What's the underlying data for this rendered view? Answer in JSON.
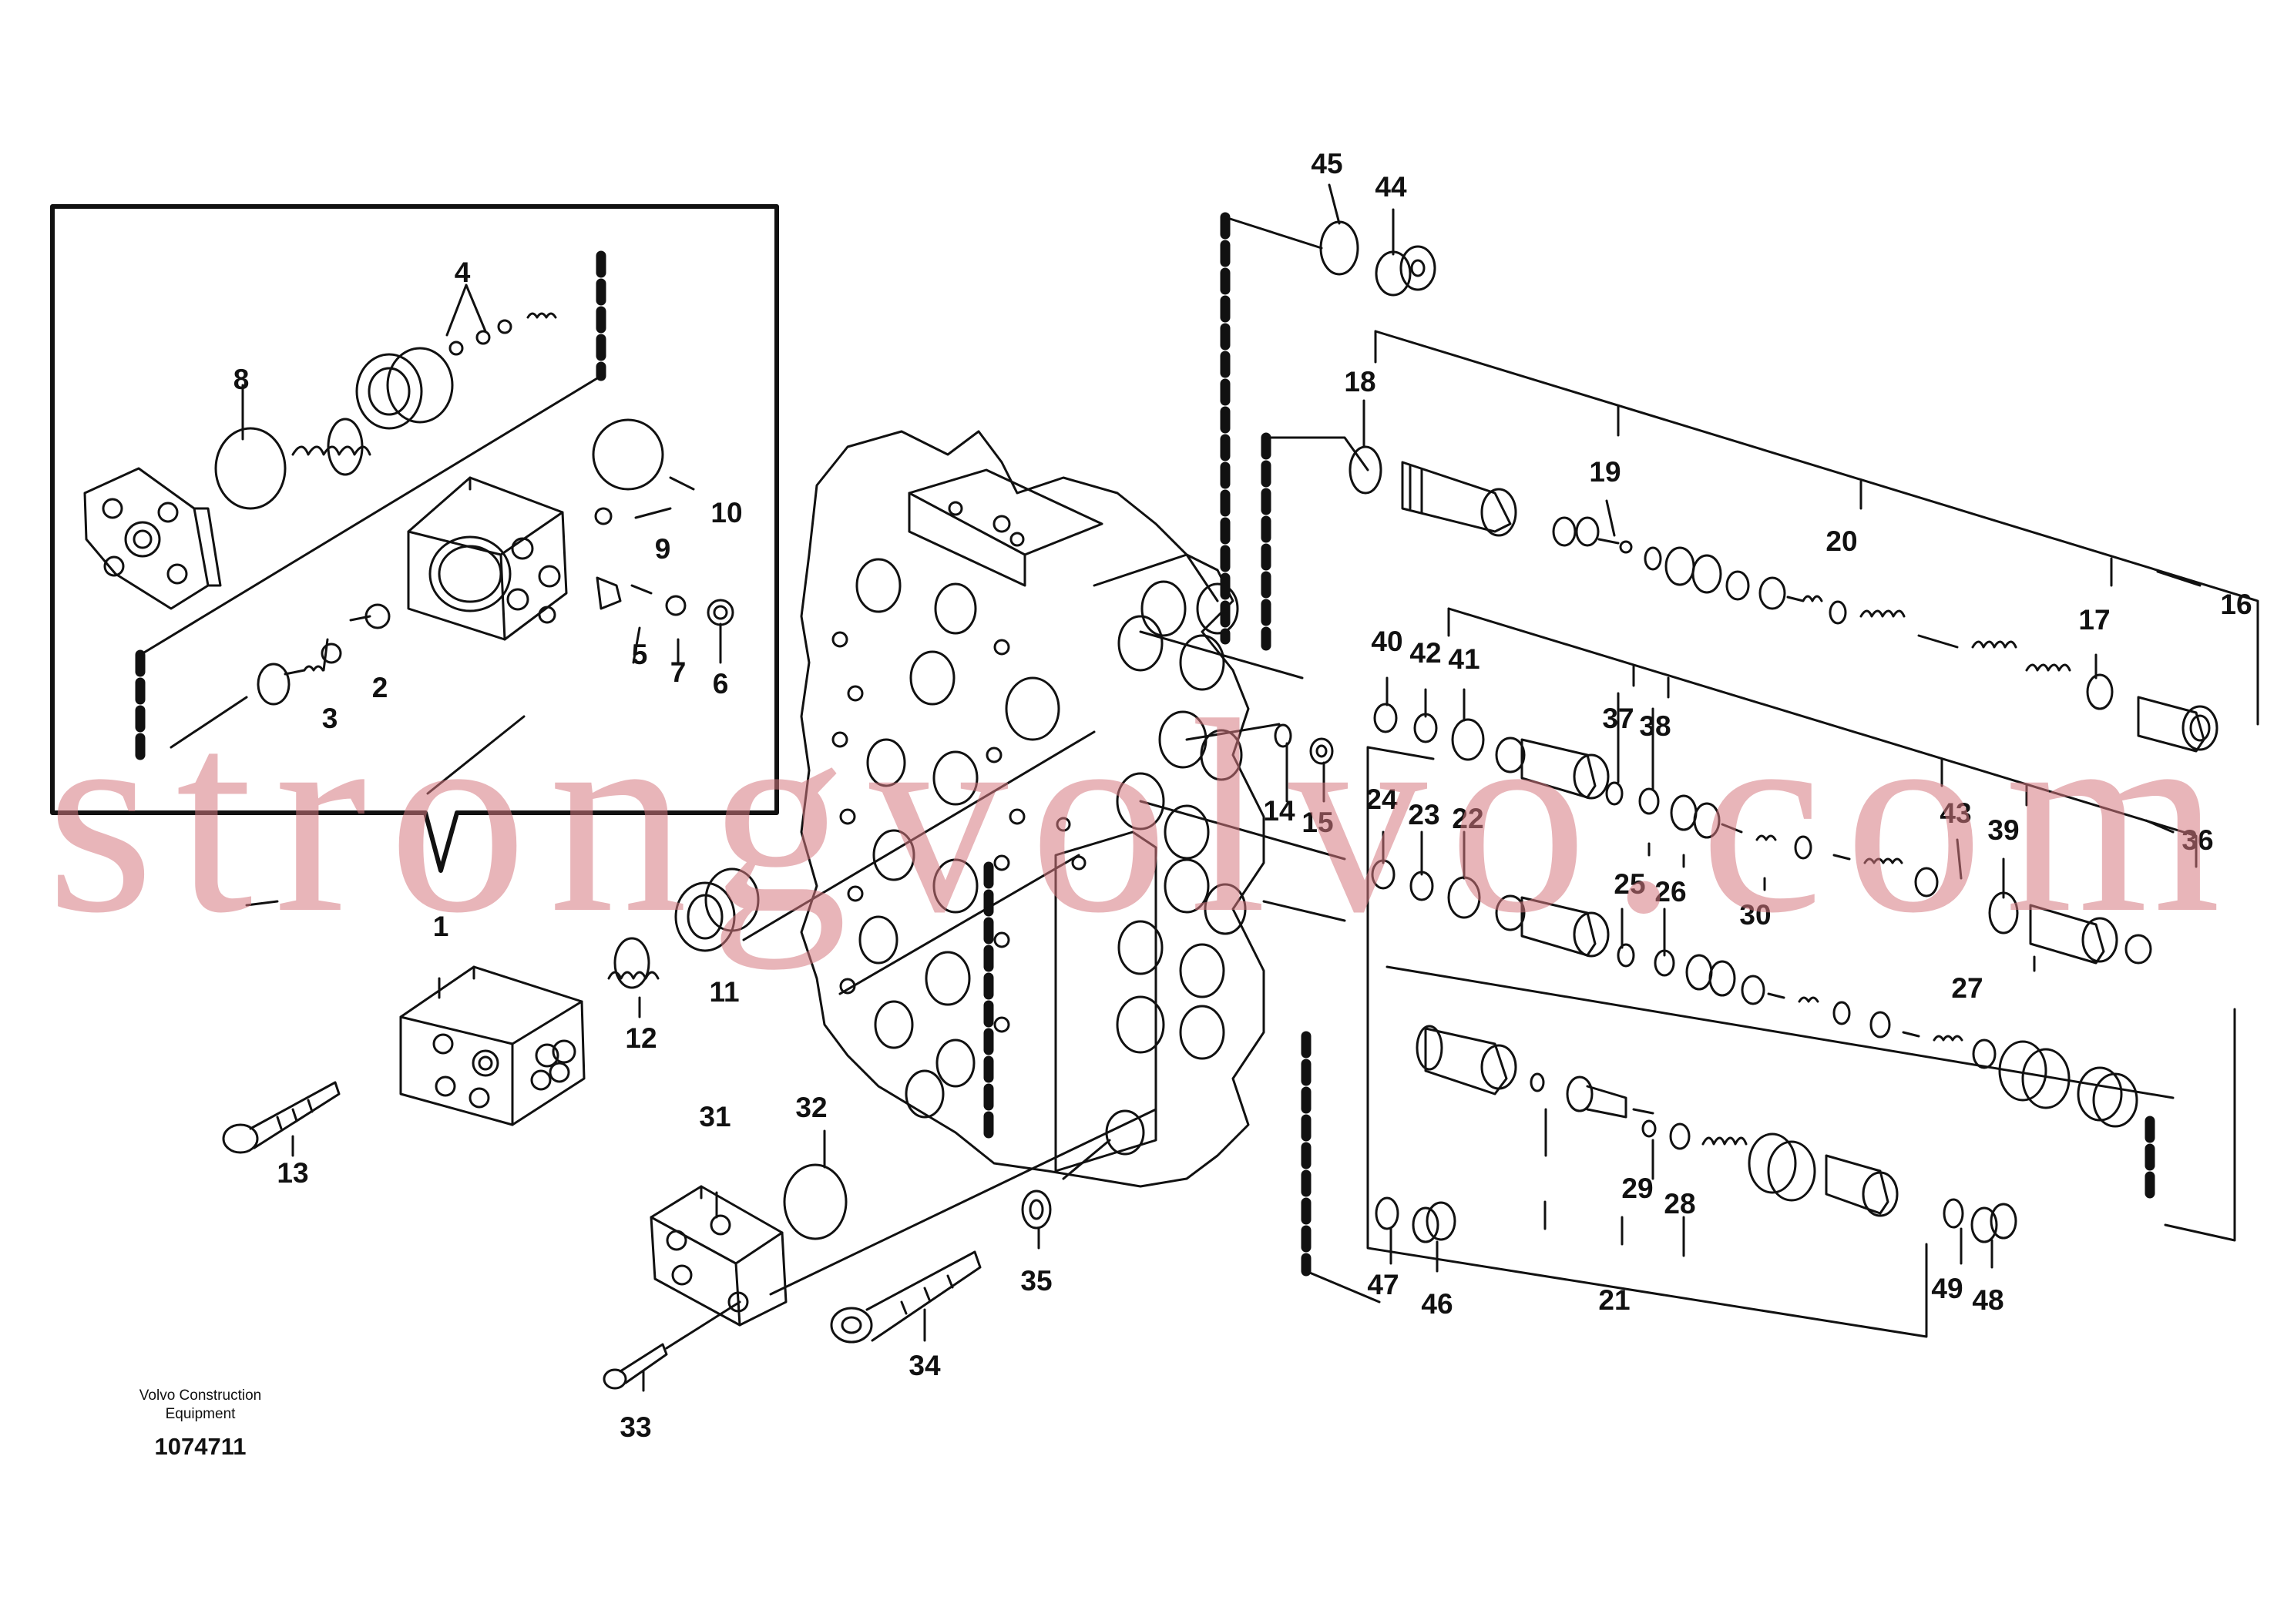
{
  "diagram": {
    "labels": [
      "1",
      "2",
      "3",
      "4",
      "5",
      "6",
      "7",
      "8",
      "9",
      "10",
      "11",
      "12",
      "13",
      "14",
      "15",
      "16",
      "17",
      "18",
      "19",
      "20",
      "21",
      "22",
      "23",
      "24",
      "25",
      "26",
      "27",
      "28",
      "29",
      "30",
      "31",
      "32",
      "33",
      "34",
      "35",
      "36",
      "37",
      "38",
      "39",
      "40",
      "41",
      "42",
      "43",
      "44",
      "45",
      "46",
      "47",
      "48",
      "49"
    ]
  },
  "caption": {
    "brand_line1": "Volvo Construction",
    "brand_line2": "Equipment",
    "drawing_number": "1074711"
  },
  "watermark": "strongvolvo.com",
  "colors": {
    "ink": "#111111",
    "watermark": "#d67880"
  }
}
